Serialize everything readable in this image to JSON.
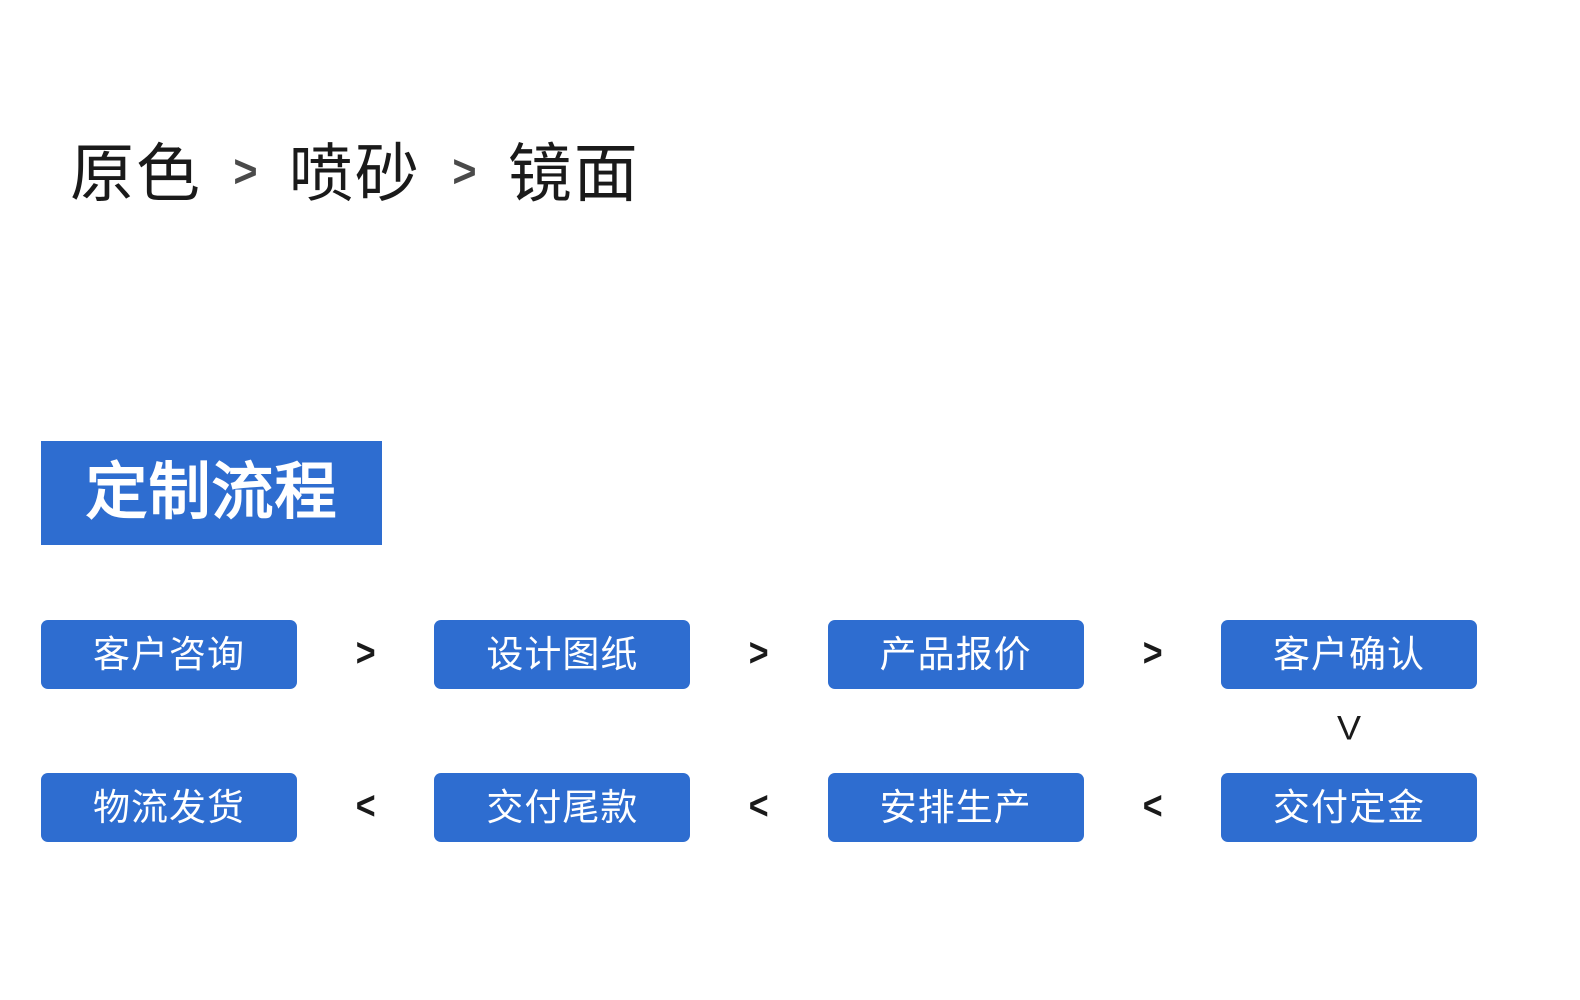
{
  "colors": {
    "accent_blue": "#2E6DD0",
    "text_dark": "#1a1a1a",
    "text_on_accent": "#ffffff",
    "background": "#ffffff"
  },
  "finish_row": {
    "separator": ">",
    "options": [
      {
        "label": "原色"
      },
      {
        "label": "喷砂"
      },
      {
        "label": "镜面"
      }
    ]
  },
  "section": {
    "badge_label": "定制流程"
  },
  "flow": {
    "connector_glyph": "V",
    "row1": {
      "separator": ">",
      "steps": [
        {
          "label": "客户咨询"
        },
        {
          "label": "设计图纸"
        },
        {
          "label": "产品报价"
        },
        {
          "label": "客户确认"
        }
      ]
    },
    "row2": {
      "separator": "<",
      "steps": [
        {
          "label": "物流发货"
        },
        {
          "label": "交付尾款"
        },
        {
          "label": "安排生产"
        },
        {
          "label": "交付定金"
        }
      ]
    }
  }
}
